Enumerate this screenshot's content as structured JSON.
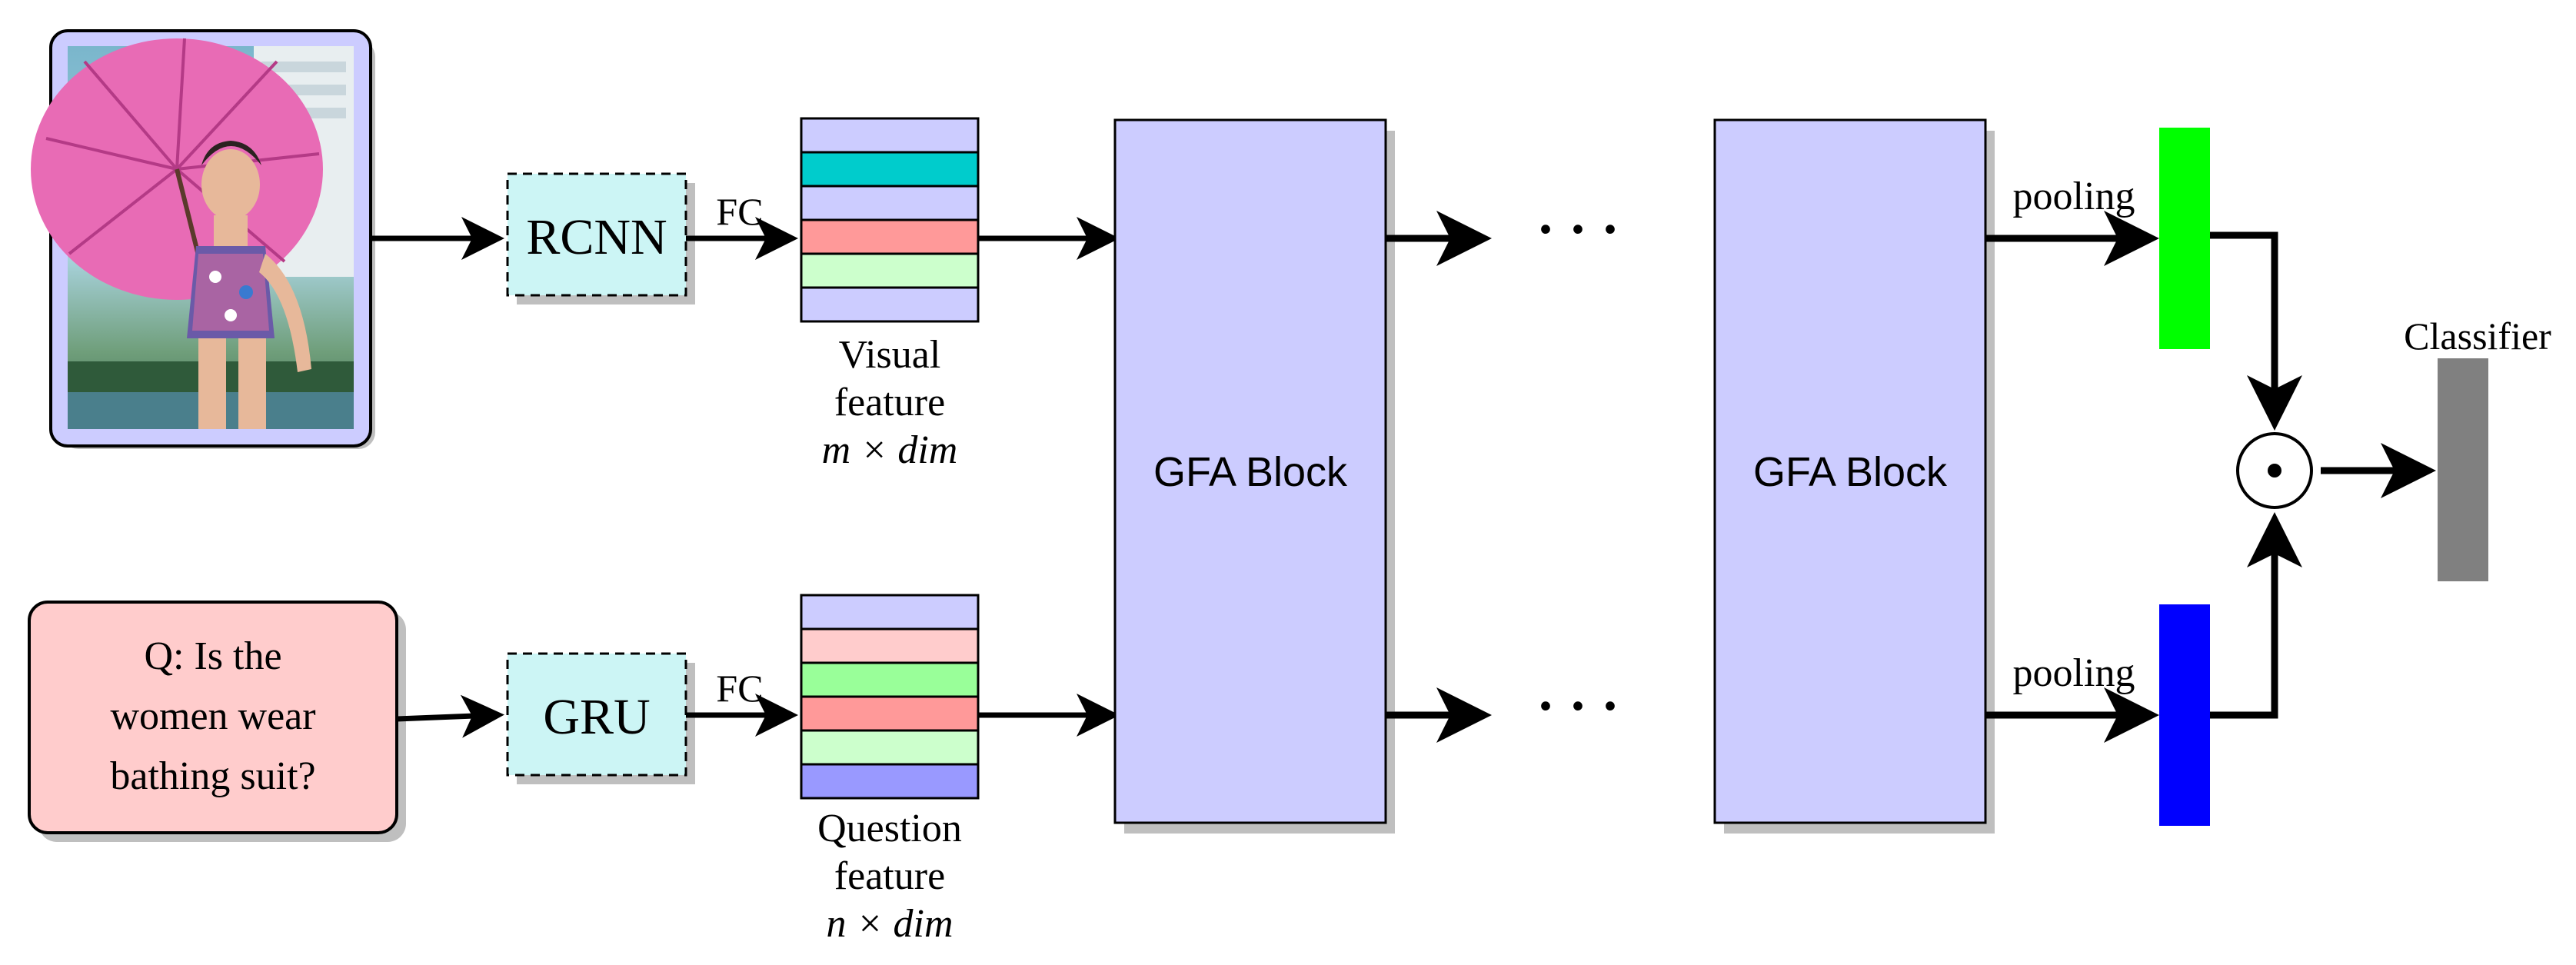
{
  "image_panel": {
    "subject": "photo-woman-with-pink-umbrella"
  },
  "question_box": {
    "lines": [
      "Q: Is the",
      "women wear",
      "bathing suit?"
    ]
  },
  "encoders": {
    "visual": "RCNN",
    "question": "GRU",
    "fc_visual": "FC",
    "fc_question": "FC"
  },
  "visual_feature": {
    "label_line1": "Visual",
    "label_line2": "feature",
    "dims": "m × dim",
    "row_colors": [
      "#ccccff",
      "#00cccc",
      "#ccccff",
      "#ff9999",
      "#ccffcc",
      "#ccccff"
    ]
  },
  "question_feature": {
    "label_line1": "Question",
    "label_line2": "feature",
    "dims": "n × dim",
    "row_colors": [
      "#ccccff",
      "#ffcccc",
      "#99ff99",
      "#ff9999",
      "#ccffcc",
      "#9999ff"
    ]
  },
  "blocks": [
    {
      "label": "GFA Block"
    },
    {
      "label": "GFA Block"
    }
  ],
  "ellipsis": "· · ·",
  "pooling": {
    "top": "pooling",
    "bottom": "pooling"
  },
  "pooled_colors": {
    "visual": "#00ff00",
    "question": "#0000ff"
  },
  "fusion_operator": "⊙",
  "classifier": {
    "label": "Classifier",
    "color": "#808080"
  },
  "colors": {
    "block_fill": "#ccccff",
    "encoder_fill": "#ccf5f5",
    "question_fill": "#ffcccc",
    "image_frame_fill": "#ccccff",
    "shadow": "#bfbfbf"
  }
}
